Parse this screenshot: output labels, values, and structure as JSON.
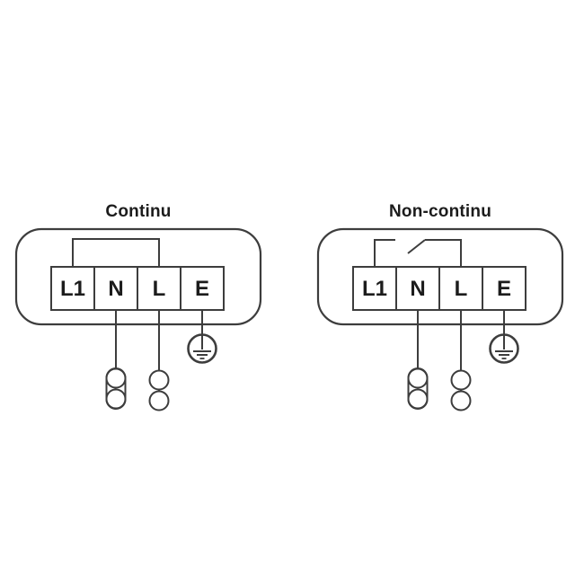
{
  "page": {
    "background": "#ffffff"
  },
  "colors": {
    "line": "#3d3d3d",
    "text": "#1c1c1c"
  },
  "diagrams": [
    {
      "id": "continu",
      "title": "Continu",
      "link": "jumper-closed",
      "terminals": [
        "L1",
        "N",
        "L",
        "E"
      ],
      "symbols": [
        "jumper-wire",
        "double-ferrule-connector",
        "ferrule-connector",
        "earth-ground"
      ]
    },
    {
      "id": "non-continu",
      "title": "Non-continu",
      "link": "switch-open",
      "terminals": [
        "L1",
        "N",
        "L",
        "E"
      ],
      "symbols": [
        "switch-contact",
        "double-ferrule-connector",
        "ferrule-connector",
        "earth-ground"
      ]
    }
  ]
}
